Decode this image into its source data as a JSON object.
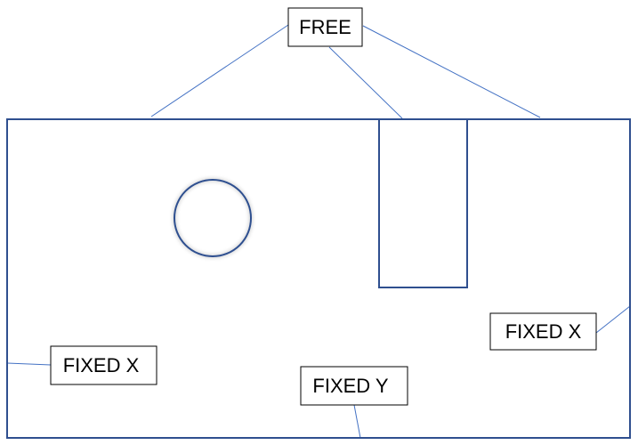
{
  "labels": {
    "free": "FREE",
    "fixed_x_left": "FIXED X",
    "fixed_x_right": "FIXED X",
    "fixed_y": "FIXED Y"
  },
  "colors": {
    "outline": "#2f4f8f",
    "connector": "#4472c4",
    "label_border": "#000000",
    "background": "#ffffff"
  }
}
